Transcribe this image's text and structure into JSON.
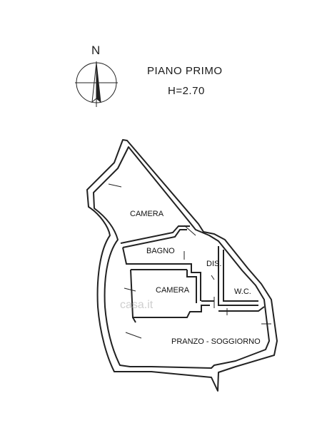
{
  "header": {
    "north_letter": "N",
    "floor_name": "PIANO PRIMO",
    "height_label": "H=2.70"
  },
  "rooms": {
    "camera_top": "CAMERA",
    "bagno": "BAGNO",
    "dis": "DIS.",
    "camera_mid": "CAMERA",
    "wc": "W.C.",
    "pranzo": "PRANZO - SOGGIORNO"
  },
  "watermark": "casa.it",
  "colors": {
    "wall": "#222222",
    "watermark": "#cfcfcf"
  }
}
